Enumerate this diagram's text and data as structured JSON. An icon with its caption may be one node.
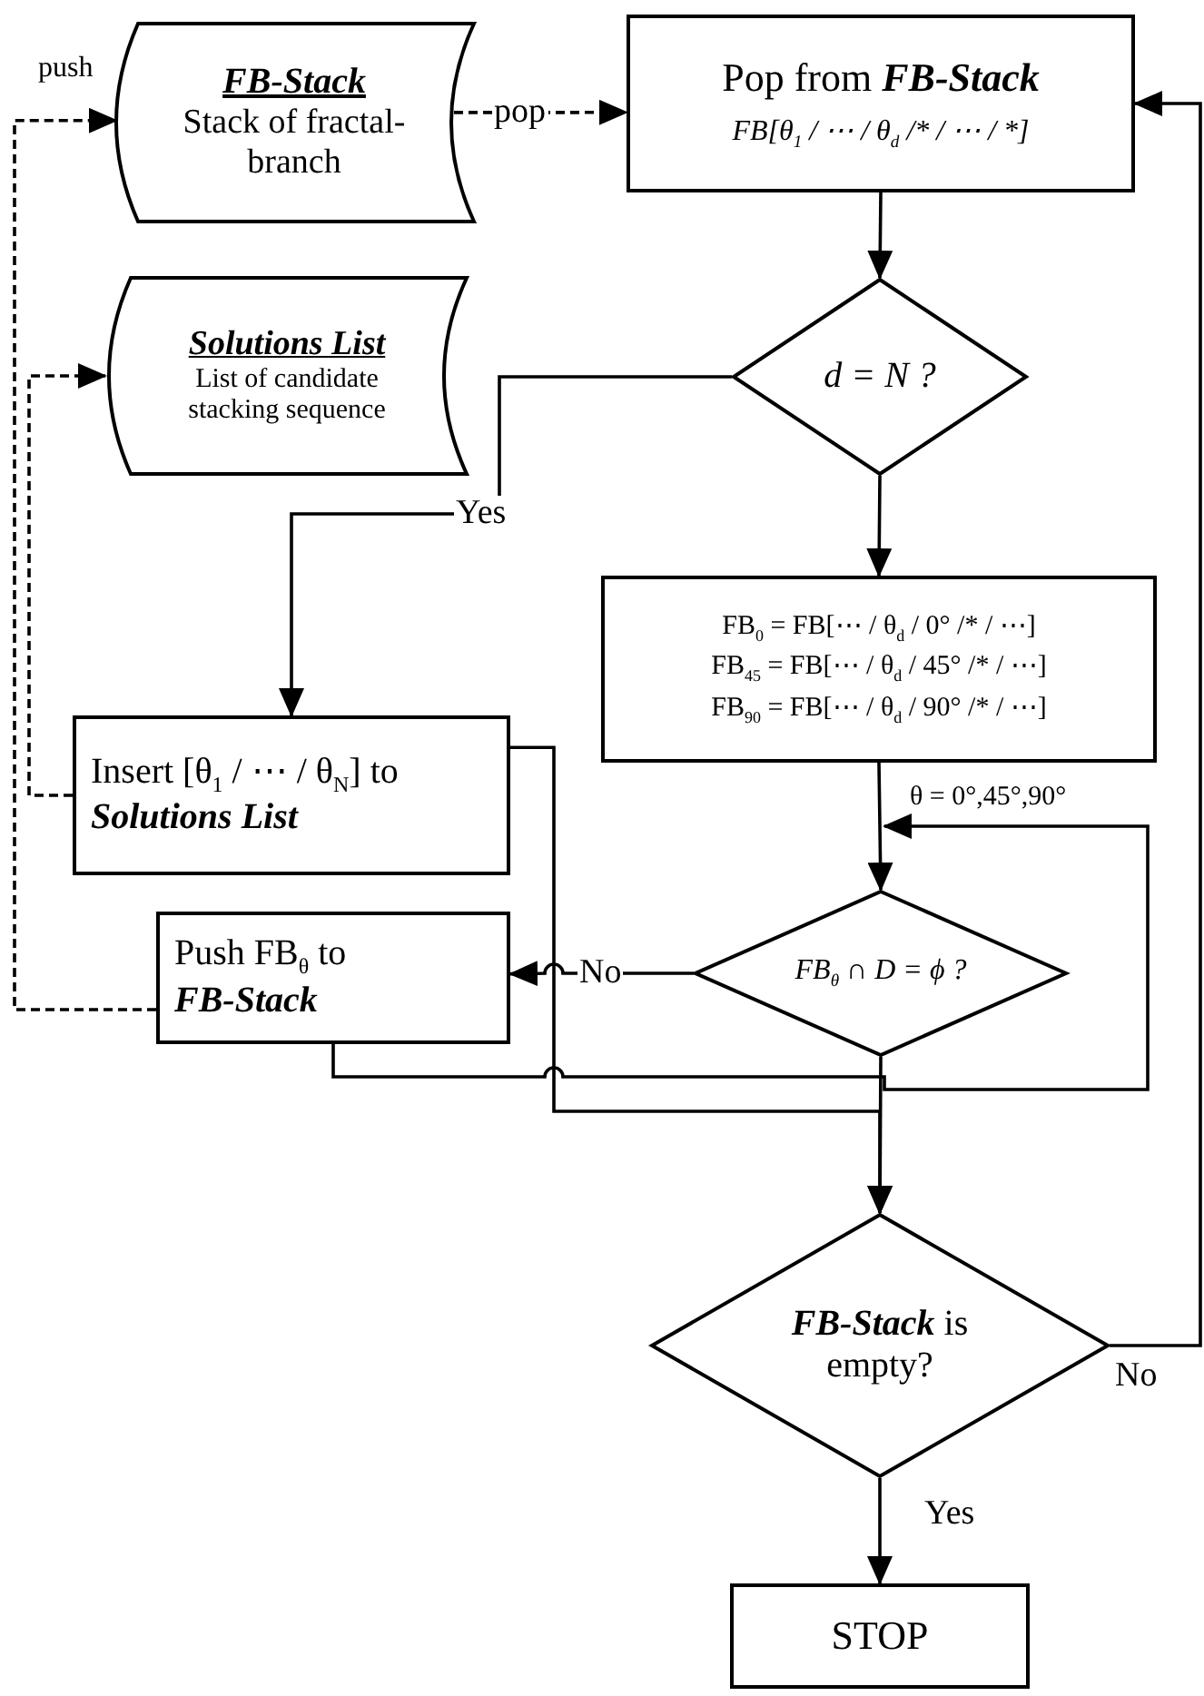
{
  "diagram": {
    "nodes": [
      {
        "text": [
          "FB-Stack",
          "Stack of fractal-branch"
        ]
      },
      {
        "text": [
          "Pop from **FB-Stack**",
          "FB[θ$_{1}$ / ⋯ / θ$_{d}$ /* / ⋯ / *]"
        ]
      },
      {
        "text": [
          "Solutions List",
          "List of candidate stacking sequence"
        ]
      },
      {
        "text": [
          "d = N ?"
        ]
      },
      {
        "text": [
          "FB$_{0}$ = FB[⋯ / θ$_{d}$ / 0° /* / ⋯]",
          "FB$_{45}$ = FB[⋯ / θ$_{d}$ / 45° /* / ⋯]",
          "FB$_{90}$ = FB[⋯ / θ$_{d}$ / 90° /* / ⋯]"
        ]
      },
      {
        "text": [
          "Insert [θ$_{1}$ / ⋯ / θ$_{N}$] to **Solutions List**"
        ]
      },
      {
        "text": [
          "Push FB$_{θ}$ to **FB-Stack**"
        ]
      },
      {
        "text": [
          "FB$_{θ}$ ∩ D = ϕ ?"
        ]
      },
      {
        "text": [
          "**FB-Stack** is empty?"
        ]
      },
      {
        "text": [
          "STOP"
        ]
      }
    ],
    "edges": [
      {
        "from": 0,
        "to": 1,
        "arrow": "to",
        "label": "pop",
        "style": "dashed"
      },
      {
        "from": 1,
        "to": 3,
        "arrow": "to"
      },
      {
        "from": 3,
        "to": 5,
        "arrow": "to",
        "label": "Yes"
      },
      {
        "from": 3,
        "to": 4,
        "arrow": "to"
      },
      {
        "from": 4,
        "to": 7,
        "arrow": "to"
      },
      {
        "from": 7,
        "to": 6,
        "arrow": "to",
        "label": "No"
      },
      {
        "from": 6,
        "to": 7,
        "arrow": "to",
        "label": "θ = 0°,45°,90°"
      },
      {
        "from": 7,
        "to": 8,
        "arrow": "to"
      },
      {
        "from": 5,
        "to": 8,
        "arrow": "to"
      },
      {
        "from": 8,
        "to": 9,
        "arrow": "to",
        "label": "Yes"
      },
      {
        "from": 8,
        "to": 1,
        "arrow": "to",
        "label": "No"
      },
      {
        "from": 6,
        "to": 0,
        "arrow": "to",
        "label": "push",
        "style": "dashed"
      },
      {
        "from": 5,
        "to": 2,
        "arrow": "to",
        "style": "dashed"
      }
    ]
  }
}
